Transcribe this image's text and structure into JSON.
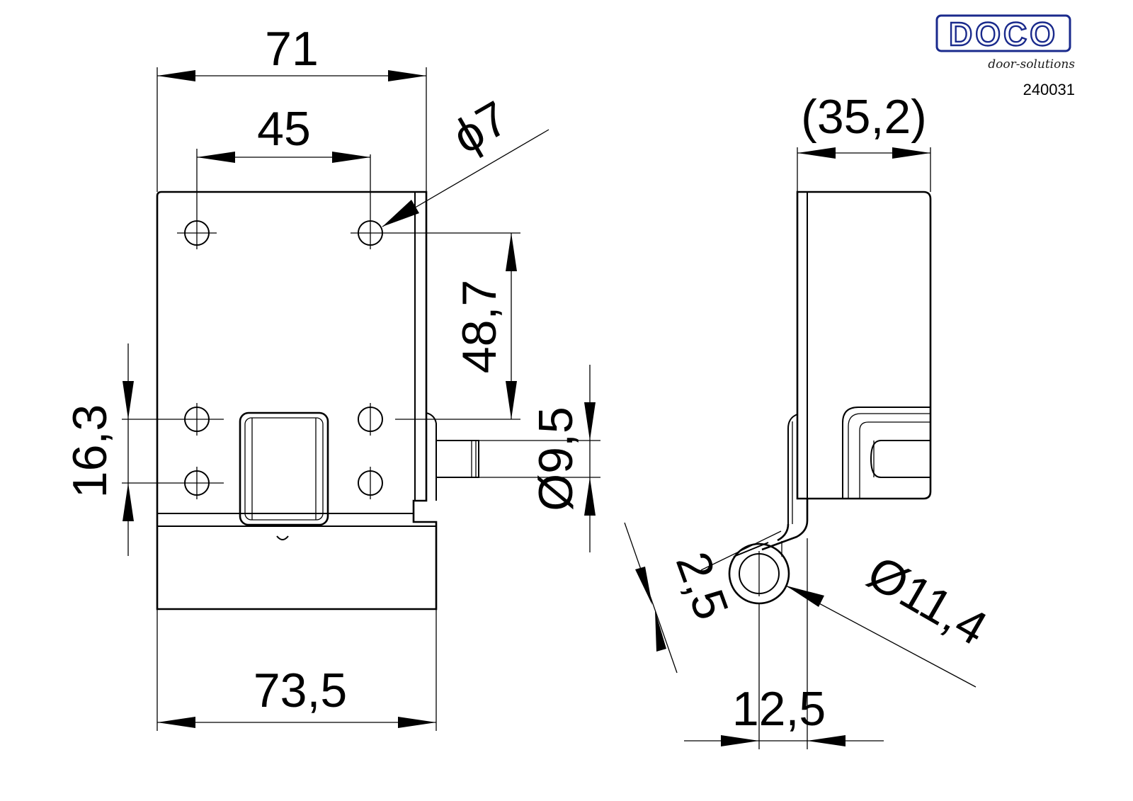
{
  "logo": {
    "brand": "DOCO",
    "tagline": "door-solutions",
    "color": "#1a2a8c"
  },
  "article_number": "240031",
  "dimensions": {
    "front_top_width": "71",
    "front_hole_spacing": "45",
    "hole_diameter": "ϕ7",
    "vertical_hole_spacing": "48,7",
    "lower_hole_spacing": "16,3",
    "pin_diameter": "Ø9,5",
    "base_width": "73,5",
    "side_depth": "(35,2)",
    "sheet_thickness": "2,5",
    "knuckle_diameter": "Ø11,4",
    "knuckle_offset": "12,5"
  }
}
